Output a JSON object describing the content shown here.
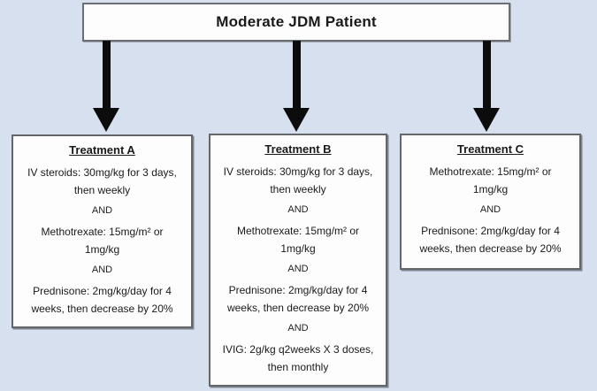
{
  "diagram": {
    "title": "Moderate JDM Patient",
    "columns": [
      {
        "id": "treatment-a",
        "heading": "Treatment A",
        "items": [
          {
            "kind": "rx",
            "text": "IV steroids: 30mg/kg for 3 days,\nthen weekly"
          },
          {
            "kind": "and",
            "text": "AND"
          },
          {
            "kind": "rx",
            "text": "Methotrexate: 15mg/m² or\n1mg/kg"
          },
          {
            "kind": "and",
            "text": "AND"
          },
          {
            "kind": "rx",
            "text": "Prednisone: 2mg/kg/day for 4\nweeks, then decrease by 20%"
          }
        ]
      },
      {
        "id": "treatment-b",
        "heading": "Treatment B",
        "items": [
          {
            "kind": "rx",
            "text": "IV steroids: 30mg/kg for 3 days,\nthen weekly"
          },
          {
            "kind": "and",
            "text": "AND"
          },
          {
            "kind": "rx",
            "text": "Methotrexate: 15mg/m² or\n1mg/kg"
          },
          {
            "kind": "and",
            "text": "AND"
          },
          {
            "kind": "rx",
            "text": "Prednisone: 2mg/kg/day for 4\nweeks, then decrease by 20%"
          },
          {
            "kind": "and",
            "text": "AND"
          },
          {
            "kind": "rx",
            "text": "IVIG: 2g/kg q2weeks X 3 doses,\nthen monthly"
          }
        ]
      },
      {
        "id": "treatment-c",
        "heading": "Treatment C",
        "items": [
          {
            "kind": "rx",
            "text": "Methotrexate: 15mg/m² or\n1mg/kg"
          },
          {
            "kind": "and",
            "text": "AND"
          },
          {
            "kind": "rx",
            "text": "Prednisone: 2mg/kg/day for 4\nweeks, then decrease by 20%"
          }
        ]
      }
    ],
    "colors": {
      "background": "#d6e0ef",
      "box_fill": "#fdfdfe",
      "box_border": "#63666a",
      "arrow": "#0c0c0c",
      "text": "#1a1a1a"
    }
  }
}
